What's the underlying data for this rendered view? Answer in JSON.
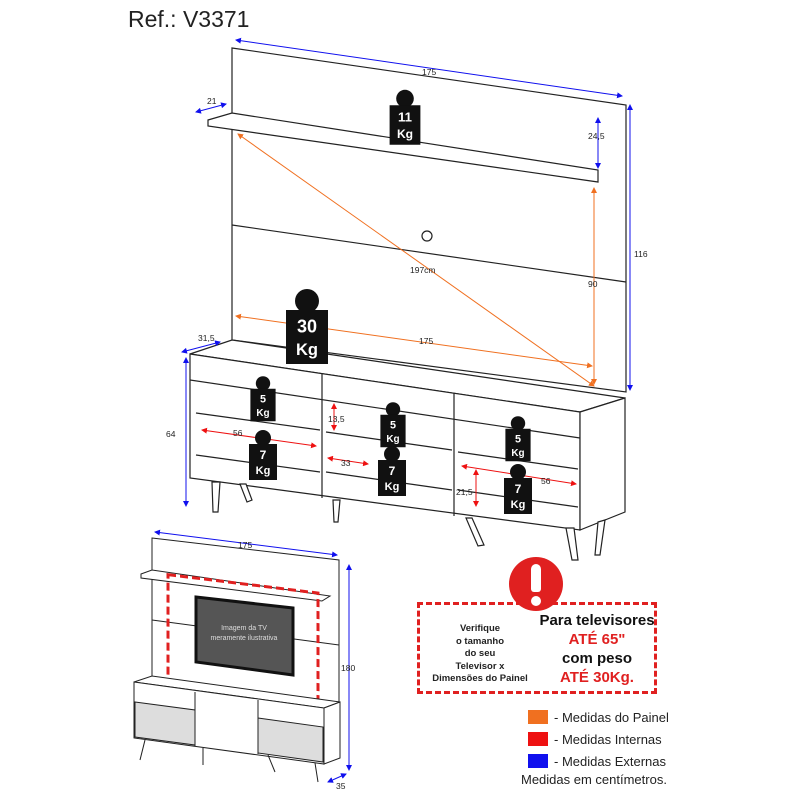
{
  "ref": "Ref.: V3371",
  "dimensions": {
    "panel_width": "175",
    "shelf_depth": "21",
    "shelf_gap": "24,5",
    "panel_height": "116",
    "diagonal": "197cm",
    "panel_inner_height": "90",
    "rack_depth": "31,5",
    "rack_width": "175",
    "niche_height": "13,5",
    "rack_height": "64",
    "niche_width_left": "56",
    "niche_width_center": "33",
    "niche_height_right": "21,5",
    "niche_width_right": "56"
  },
  "weights": [
    {
      "value": "11",
      "unit": "Kg"
    },
    {
      "value": "30",
      "unit": "Kg"
    },
    {
      "value": "5",
      "unit": "Kg"
    },
    {
      "value": "7",
      "unit": "Kg"
    },
    {
      "value": "5",
      "unit": "Kg"
    },
    {
      "value": "7",
      "unit": "Kg"
    },
    {
      "value": "5",
      "unit": "Kg"
    },
    {
      "value": "7",
      "unit": "Kg"
    }
  ],
  "overview": {
    "width": "175",
    "height": "180",
    "depth": "35",
    "tv_line1": "Imagem da TV",
    "tv_line2": "meramente ilustrativa"
  },
  "warning": {
    "left_lines": [
      "Verifique",
      "o tamanho",
      "do seu",
      "Televisor x",
      "Dimensões do Painel"
    ],
    "title": "Para televisores",
    "max_size": "ATÉ 65\"",
    "weight_label": "com peso",
    "max_weight": "ATÉ 30Kg."
  },
  "legend": [
    {
      "color": "#f07020",
      "label": "- Medidas do Painel"
    },
    {
      "color": "#ee1111",
      "label": "- Medidas Internas"
    },
    {
      "color": "#1010ee",
      "label": "- Medidas Externas"
    }
  ],
  "note": "Medidas em centímetros.",
  "colors": {
    "panel": "#f07020",
    "internal": "#ee1111",
    "external": "#1010ee",
    "alert": "#e02020"
  }
}
